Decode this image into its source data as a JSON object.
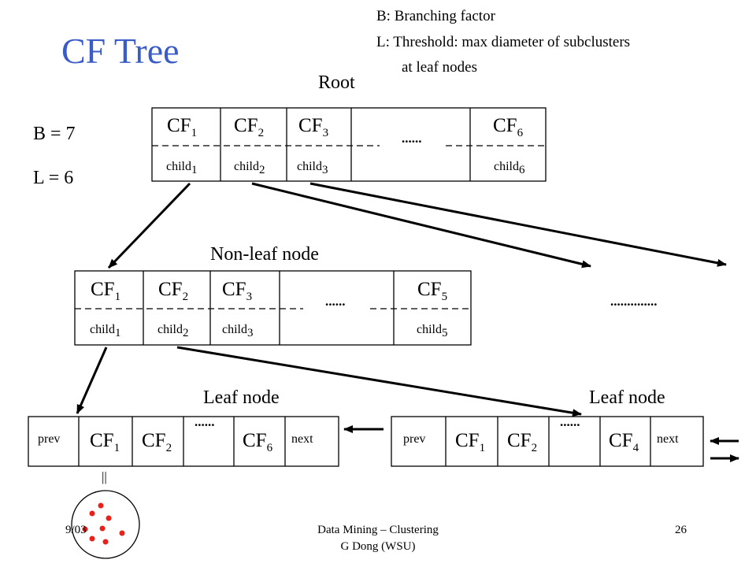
{
  "title": "CF Tree",
  "legend": {
    "line1": "B: Branching factor",
    "line2": "L: Threshold: max diameter of subclusters",
    "line3": "at leaf nodes"
  },
  "params": {
    "b": "B = 7",
    "l": "L = 6"
  },
  "labels": {
    "root": "Root",
    "nonleaf": "Non-leaf node",
    "leaf1": "Leaf node",
    "leaf2": "Leaf node"
  },
  "cf_prefix": "CF",
  "child_prefix": "child",
  "root_node": {
    "entries": [
      {
        "cf": "1",
        "child": "1"
      },
      {
        "cf": "2",
        "child": "2"
      },
      {
        "cf": "3",
        "child": "3"
      },
      {
        "cf": "6",
        "child": "6"
      }
    ],
    "ellipsis": "......"
  },
  "nonleaf_node": {
    "entries": [
      {
        "cf": "1",
        "child": "1"
      },
      {
        "cf": "2",
        "child": "2"
      },
      {
        "cf": "3",
        "child": "3"
      },
      {
        "cf": "5",
        "child": "5"
      }
    ],
    "ellipsis": "......",
    "side_ellipsis": ".............."
  },
  "leaf_node_1": {
    "prev": "prev",
    "next": "next",
    "entries": [
      "1",
      "2",
      "6"
    ],
    "ellipsis": "......"
  },
  "leaf_node_2": {
    "prev": "prev",
    "next": "next",
    "entries": [
      "1",
      "2",
      "4"
    ],
    "ellipsis": "......"
  },
  "equals_mark": "||",
  "footer": {
    "date": "9/03",
    "course": "Data Mining – Clustering",
    "author": "G Dong (WSU)",
    "page": "26"
  },
  "colors": {
    "title": "#3a5cc6",
    "points": "#e8211b"
  }
}
